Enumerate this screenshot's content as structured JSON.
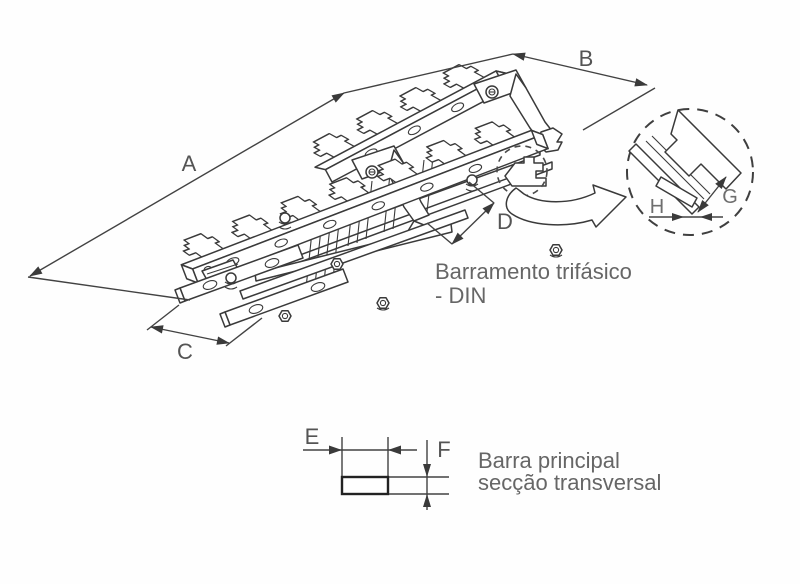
{
  "diagram": {
    "kind": "technical-drawing",
    "main_caption": {
      "line1": "Barramento trifásico",
      "line2": "- DIN"
    },
    "cross_section_caption": {
      "line1": "Barra principal",
      "line2": "secção transversal"
    },
    "dimension_labels": {
      "A": "A",
      "B": "B",
      "C": "C",
      "D": "D",
      "E": "E",
      "F": "F",
      "G": "G",
      "H": "H"
    },
    "colors": {
      "background": "#ffffff",
      "line": "#3a3a3a",
      "dimension_label": "#545454",
      "detail_label": "#6e6e6e",
      "caption_text": "#666666"
    }
  }
}
